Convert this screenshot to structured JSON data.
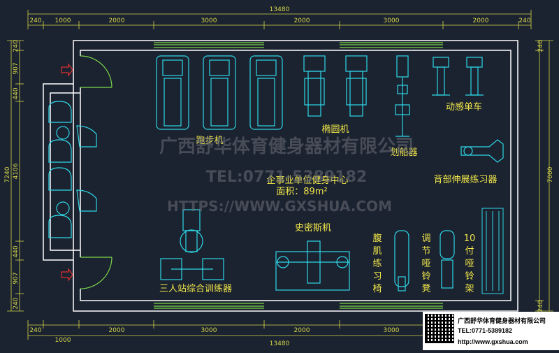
{
  "dimensions": {
    "total_top": "13480",
    "total_bottom": "13480",
    "top_segments": [
      "240",
      "1000",
      "2000",
      "3000",
      "2000",
      "3000",
      "2000",
      "240"
    ],
    "bottom_segments": [
      "240",
      "2000",
      "3000",
      "2000",
      "3000",
      "2000",
      "1000",
      "240"
    ],
    "left_outer": "7240",
    "left_segments": [
      "907",
      "440",
      "4106",
      "440",
      "907",
      "240"
    ],
    "left_top": "240",
    "right_outer": "7000",
    "right_segments": [
      "240",
      "240"
    ]
  },
  "equipment": {
    "treadmill": "跑步机",
    "elliptical": "椭圆机",
    "rower": "划船器",
    "spin_bike": "动感单车",
    "back_extension": "背部伸展练习器",
    "smith": "史密斯机",
    "three_station": "三人站综合训练器",
    "ab_bench": "腹肌练习椅",
    "dumbbell_bench": "调节哑铃凳",
    "dumbbell_rack": "10付哑铃架"
  },
  "center": {
    "title": "企事业单位健身中心",
    "area": "面积：89m²"
  },
  "watermark": {
    "company": "广西舒华体育健身器材有限公司",
    "tel": "TEL:0771-5389182",
    "url": "HTTPS://WWW.GXSHUA.COM"
  },
  "footer": {
    "company": "广西舒华体育健身器材有限公司",
    "tel": "TEL:0771-5389182",
    "url": "http://www.gxshua.com"
  },
  "colors": {
    "background": "#1b2230",
    "wall": "#ffffff",
    "equipment": "#2fd8e8",
    "window": "#7cd84a",
    "dimension": "#d6d84a",
    "label": "#f2e84a",
    "marker": "#e03030"
  }
}
